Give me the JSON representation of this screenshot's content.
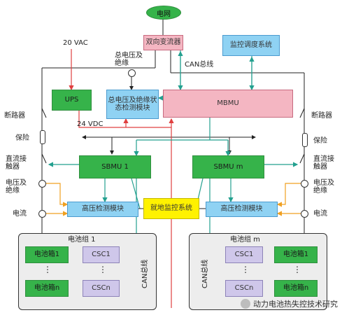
{
  "nodes": {
    "grid": "电网",
    "converter": "双向变流器",
    "dispatch": "监控调度系统",
    "ups": "UPS",
    "hv_monitor": "总电压及绝缘状态检测模块",
    "mbmu": "MBMU",
    "sbmu1": "SBMU 1",
    "sbmum": "SBMU m",
    "hv_detect_left": "高压检测模块",
    "hv_detect_right": "高压检测模块",
    "local_monitor": "就地监控系统"
  },
  "labels": {
    "vac": "20 VAC",
    "total_voltage": "总电压及绝缘",
    "can_bus_top": "CAN总线",
    "vdc": "24 VDC",
    "breaker_left": "断路器",
    "fuse_left": "保险",
    "dc_contactor_left": "直流接触器",
    "voltage_insulation_left": "电压及绝缘",
    "current_left": "电流",
    "breaker_right": "断路器",
    "fuse_right": "保险",
    "dc_contactor_right": "直流接触器",
    "voltage_insulation_right": "电压及绝缘",
    "current_right": "电流",
    "can_line_left": "CAN总线",
    "can_line_right": "CAN总线"
  },
  "groups": {
    "left": {
      "title": "电池组 1",
      "battery_top": "电池箱1",
      "battery_bottom": "电池箱n",
      "csc_top": "CSC1",
      "csc_bottom": "CSCn",
      "dots": "⋮"
    },
    "right": {
      "title": "电池组 m",
      "battery_top": "电池箱1",
      "battery_bottom": "电池箱n",
      "csc_top": "CSC1",
      "csc_bottom": "CSCn",
      "dots": "⋮"
    }
  },
  "watermark": "动力电池热失控技术研究",
  "colors": {
    "green": "#36b34a",
    "pink": "#f4b6c2",
    "blue": "#8fd2f3",
    "yellow": "#fff200",
    "lavender": "#cfc7ea",
    "red_line": "#e04040",
    "teal_line": "#23a08f",
    "orange_line": "#f0a020",
    "black_line": "#222222"
  }
}
